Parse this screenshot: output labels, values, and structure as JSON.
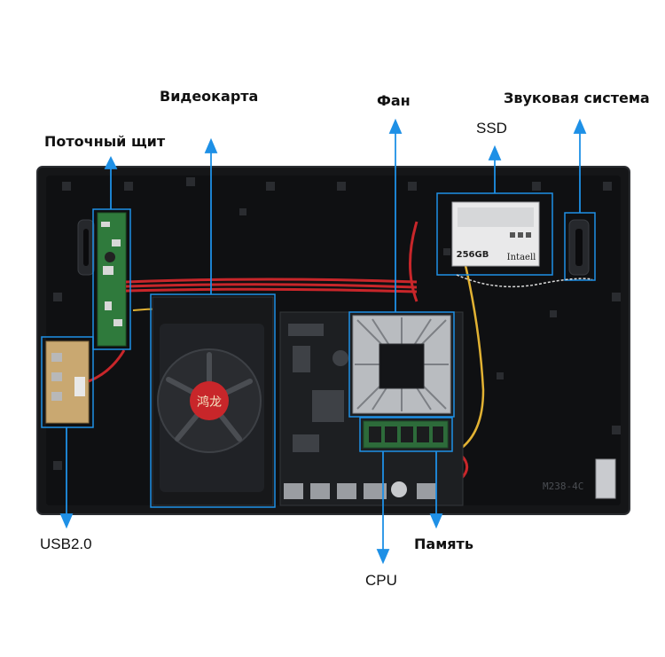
{
  "labels": {
    "gpu": "Видеокарта",
    "power": "Поточный щит",
    "fan": "Фан",
    "audio": "Звуковая система",
    "ssd": "SSD",
    "usb": "USB2.0",
    "cpu": "CPU",
    "memory": "Память"
  },
  "device": {
    "ssd_brand": "Intaell",
    "ssd_capacity": "256GB",
    "gpu_sticker": "鸿龙",
    "board_mark": "M238-4C"
  },
  "colors": {
    "callout": "#1e90e6",
    "chassis": "#111214",
    "wire_red": "#c8262a",
    "heatsink": "#b9bcc0"
  }
}
